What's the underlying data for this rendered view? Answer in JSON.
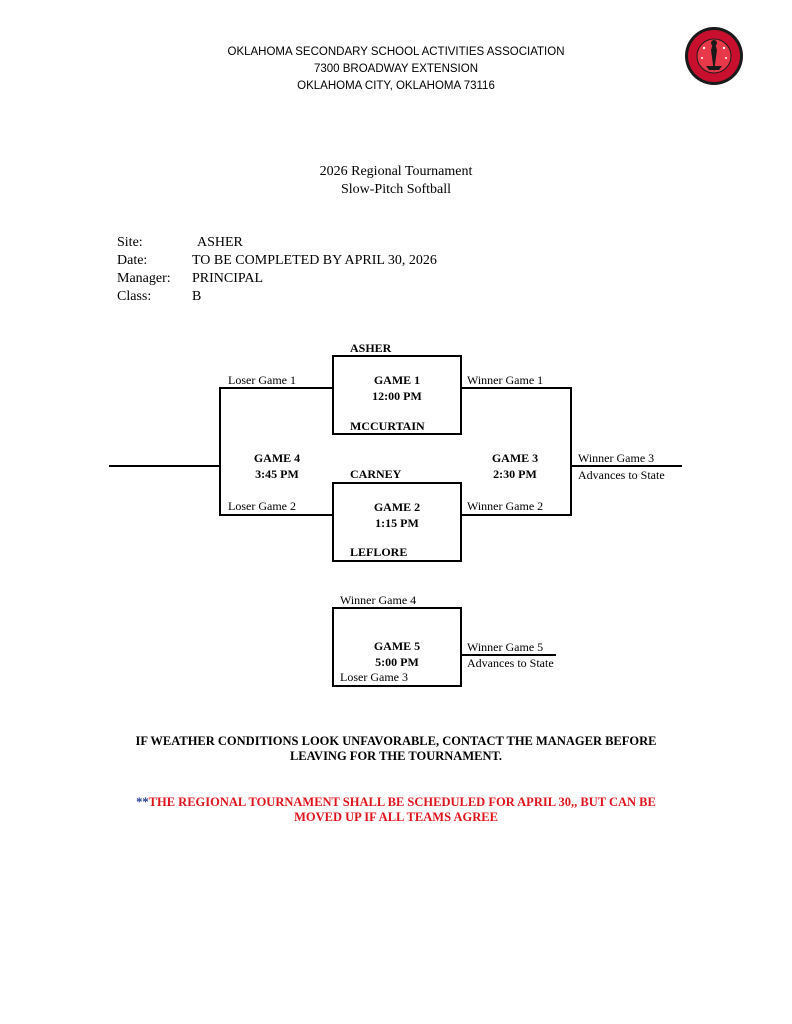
{
  "header": {
    "line1": "OKLAHOMA SECONDARY SCHOOL ACTIVITIES ASSOCIATION",
    "line2": "7300 BROADWAY EXTENSION",
    "line3": "OKLAHOMA CITY, OKLAHOMA 73116",
    "logo": "ossaa-seal-logo"
  },
  "title": {
    "line1": "2026 Regional Tournament",
    "line2": "Slow-Pitch Softball"
  },
  "info": {
    "site_label": "Site:",
    "site_value": "ASHER",
    "date_label": "Date:",
    "date_value": "TO BE COMPLETED BY APRIL 30, 2026",
    "manager_label": "Manager:",
    "manager_value": "PRINCIPAL",
    "class_label": "Class:",
    "class_value": "B"
  },
  "bracket": {
    "game1": {
      "team_top": "ASHER",
      "name": "GAME 1",
      "time": "12:00 PM",
      "team_bottom": "MCCURTAIN"
    },
    "game2": {
      "team_top": "CARNEY",
      "name": "GAME 2",
      "time": "1:15 PM",
      "team_bottom": "LEFLORE"
    },
    "game3": {
      "name": "GAME 3",
      "time": "2:30 PM"
    },
    "game4": {
      "name": "GAME 4",
      "time": "3:45 PM"
    },
    "game5": {
      "name": "GAME 5",
      "time": "5:00 PM",
      "top_label": "Winner Game 4",
      "bottom_label": "Loser Game 3"
    },
    "labels": {
      "loser_game1": "Loser Game 1",
      "loser_game2": "Loser Game 2",
      "winner_game1": "Winner Game 1",
      "winner_game2": "Winner Game 2",
      "winner_game3": "Winner Game 3",
      "advances_state_g3": "Advances to State",
      "winner_game5": "Winner Game 5",
      "advances_state_g5": "Advances to State"
    }
  },
  "notes": {
    "weather_line1": "IF WEATHER CONDITIONS LOOK UNFAVORABLE, CONTACT THE MANAGER BEFORE",
    "weather_line2": "LEAVING FOR THE TOURNAMENT.",
    "schedule_stars": "**",
    "schedule_line1": "THE REGIONAL TOURNAMENT SHALL BE SCHEDULED FOR APRIL 30,, BUT CAN BE",
    "schedule_line2": "MOVED UP IF ALL TEAMS AGREE"
  },
  "colors": {
    "red": "#e0141c",
    "blue": "#1f3a93",
    "logo_red": "#c8102e"
  }
}
